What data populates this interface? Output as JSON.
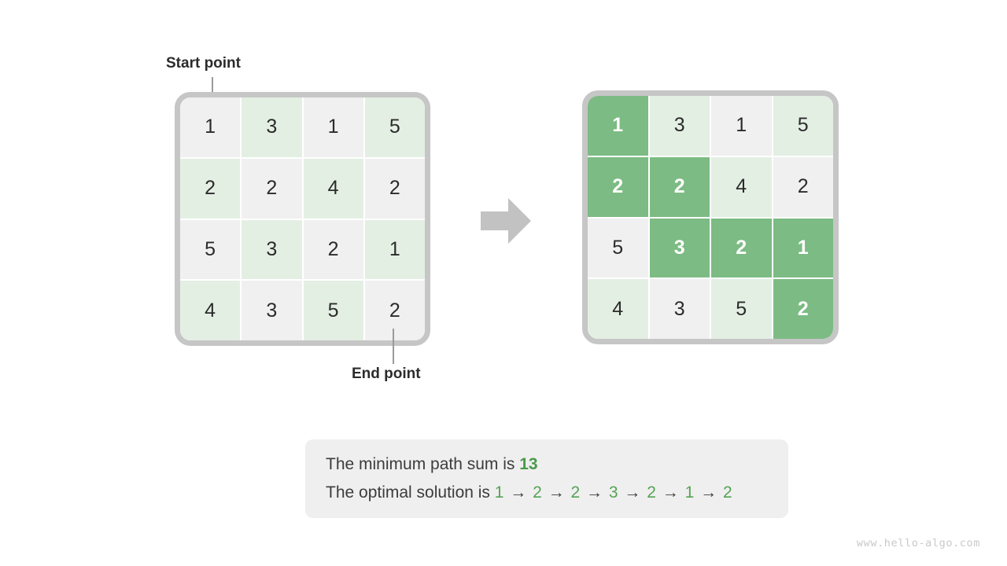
{
  "labels": {
    "start_point": "Start point",
    "end_point": "End point"
  },
  "icons": {
    "transition_arrow": "right-arrow-icon"
  },
  "grid_left": {
    "name": "input-grid",
    "rows": [
      [
        {
          "v": "1",
          "tint": "gray",
          "hl": false
        },
        {
          "v": "3",
          "tint": "green",
          "hl": false
        },
        {
          "v": "1",
          "tint": "gray",
          "hl": false
        },
        {
          "v": "5",
          "tint": "green",
          "hl": false
        }
      ],
      [
        {
          "v": "2",
          "tint": "green",
          "hl": false
        },
        {
          "v": "2",
          "tint": "gray",
          "hl": false
        },
        {
          "v": "4",
          "tint": "green",
          "hl": false
        },
        {
          "v": "2",
          "tint": "gray",
          "hl": false
        }
      ],
      [
        {
          "v": "5",
          "tint": "gray",
          "hl": false
        },
        {
          "v": "3",
          "tint": "green",
          "hl": false
        },
        {
          "v": "2",
          "tint": "gray",
          "hl": false
        },
        {
          "v": "1",
          "tint": "green",
          "hl": false
        }
      ],
      [
        {
          "v": "4",
          "tint": "green",
          "hl": false
        },
        {
          "v": "3",
          "tint": "gray",
          "hl": false
        },
        {
          "v": "5",
          "tint": "green",
          "hl": false
        },
        {
          "v": "2",
          "tint": "gray",
          "hl": false
        }
      ]
    ]
  },
  "grid_right": {
    "name": "solution-grid",
    "rows": [
      [
        {
          "v": "1",
          "tint": "gray",
          "hl": true
        },
        {
          "v": "3",
          "tint": "green",
          "hl": false
        },
        {
          "v": "1",
          "tint": "gray",
          "hl": false
        },
        {
          "v": "5",
          "tint": "green",
          "hl": false
        }
      ],
      [
        {
          "v": "2",
          "tint": "green",
          "hl": true
        },
        {
          "v": "2",
          "tint": "gray",
          "hl": true
        },
        {
          "v": "4",
          "tint": "green",
          "hl": false
        },
        {
          "v": "2",
          "tint": "gray",
          "hl": false
        }
      ],
      [
        {
          "v": "5",
          "tint": "gray",
          "hl": false
        },
        {
          "v": "3",
          "tint": "green",
          "hl": true
        },
        {
          "v": "2",
          "tint": "gray",
          "hl": true
        },
        {
          "v": "1",
          "tint": "green",
          "hl": true
        }
      ],
      [
        {
          "v": "4",
          "tint": "green",
          "hl": false
        },
        {
          "v": "3",
          "tint": "gray",
          "hl": false
        },
        {
          "v": "5",
          "tint": "green",
          "hl": false
        },
        {
          "v": "2",
          "tint": "gray",
          "hl": true
        }
      ]
    ]
  },
  "result": {
    "sum_prefix": "The minimum path sum is",
    "sum_value": "13",
    "path_prefix": "The optimal solution is",
    "path": [
      "1",
      "2",
      "2",
      "3",
      "2",
      "1",
      "2"
    ],
    "arrow_glyph": "→"
  },
  "watermark": "www.hello-algo.com",
  "colors": {
    "highlight_green": "#7cbb83",
    "tint_green": "#e4efe4",
    "tint_gray": "#f0f0f0",
    "frame_gray": "#c6c6c6",
    "accent_green_bold": "#4a9a4a",
    "accent_green_path": "#55a355",
    "panel_bg": "#efefef"
  }
}
